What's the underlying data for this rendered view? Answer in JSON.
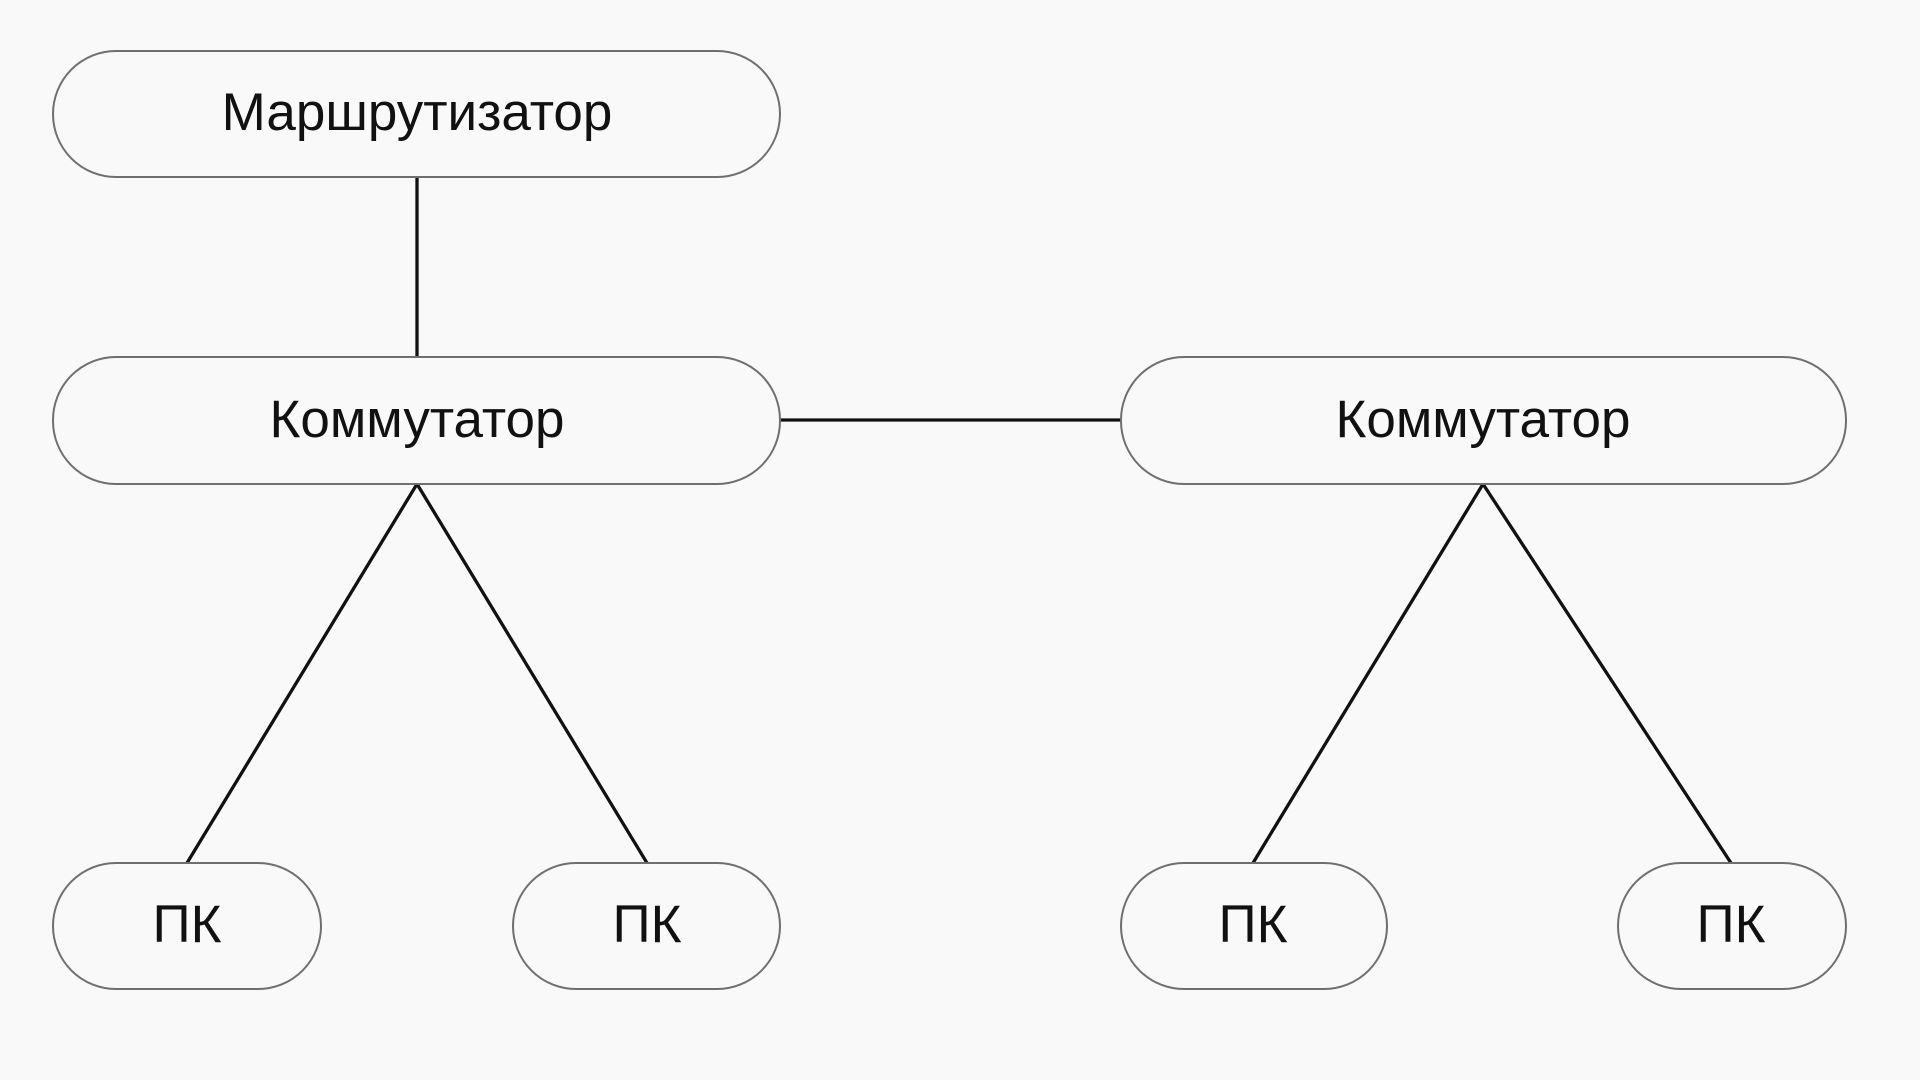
{
  "nodes": {
    "router": {
      "label": "Маршрутизатор"
    },
    "switch_left": {
      "label": "Коммутатор"
    },
    "switch_right": {
      "label": "Коммутатор"
    },
    "pc_1": {
      "label": "ПК"
    },
    "pc_2": {
      "label": "ПК"
    },
    "pc_3": {
      "label": "ПК"
    },
    "pc_4": {
      "label": "ПК"
    }
  },
  "edges": [
    {
      "from": "router",
      "to": "switch_left"
    },
    {
      "from": "switch_left",
      "to": "switch_right"
    },
    {
      "from": "switch_left",
      "to": "pc_1"
    },
    {
      "from": "switch_left",
      "to": "pc_2"
    },
    {
      "from": "switch_right",
      "to": "pc_3"
    },
    {
      "from": "switch_right",
      "to": "pc_4"
    }
  ],
  "colors": {
    "background": "#f9f9f9",
    "node_border": "#6f6f6f",
    "line": "#111111",
    "text": "#111111"
  }
}
